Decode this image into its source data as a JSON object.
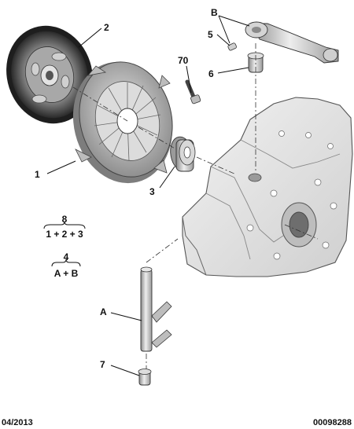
{
  "callouts": {
    "c1": "1",
    "c2": "2",
    "c3": "3",
    "c5": "5",
    "c6": "6",
    "c7": "7",
    "c70": "70",
    "cA": "A",
    "cB": "B"
  },
  "formulas": [
    {
      "result": "8",
      "expression": "1 + 2 + 3"
    },
    {
      "result": "4",
      "expression": "A + B"
    }
  ],
  "footer": {
    "date": "04/2013",
    "reference": "00098288"
  },
  "colors": {
    "line": "#111111",
    "part_fill": "#d9d9d9",
    "part_shadow": "#9a9a9a",
    "part_dark": "#3a3a3a",
    "background": "#ffffff"
  }
}
